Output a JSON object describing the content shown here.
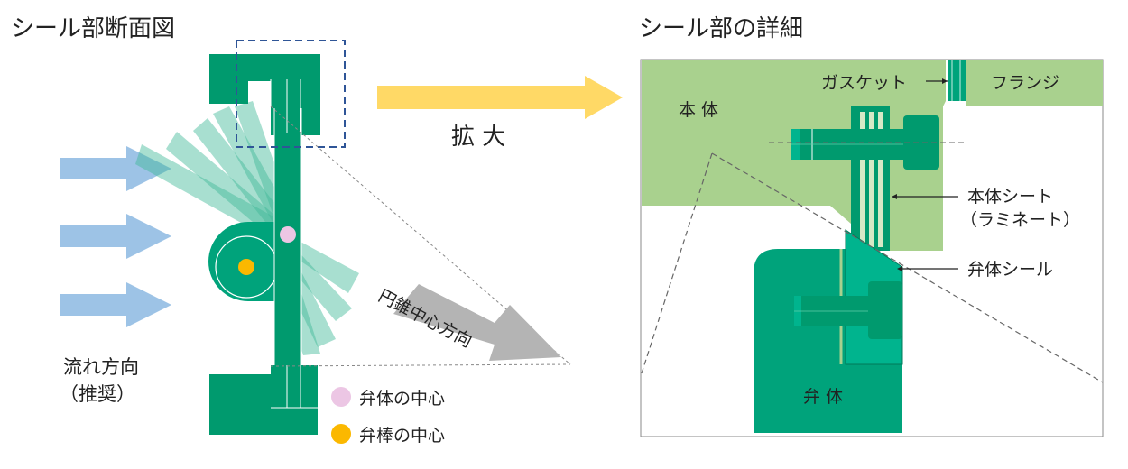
{
  "left_panel": {
    "title": "シール部断面図",
    "flow_label_line1": "流れ方向",
    "flow_label_line2": "（推奨）",
    "cone_label": "円錐中心方向",
    "legend": [
      {
        "label": "弁体の中心",
        "color": "#ecc6e4"
      },
      {
        "label": "弁棒の中心",
        "color": "#fbb800"
      }
    ]
  },
  "middle": {
    "enlarge_label": "拡 大"
  },
  "right_panel": {
    "title": "シール部の詳細",
    "body_label": "本 体",
    "flange_label": "フランジ",
    "gasket_label": "ガスケット",
    "body_seat_line1": "本体シート",
    "body_seat_line2": "（ラミネート）",
    "disc_seal_label": "弁体シール",
    "disc_label": "弁 体"
  },
  "colors": {
    "dark_green": "#009a6e",
    "teal": "#00b48e",
    "light_green": "#a9d18e",
    "flow_arrow": "#9dc3e6",
    "enlarge_arrow": "#ffd966",
    "cone_arrow": "#b4b4b4",
    "frame_dash": "#2f5597"
  }
}
